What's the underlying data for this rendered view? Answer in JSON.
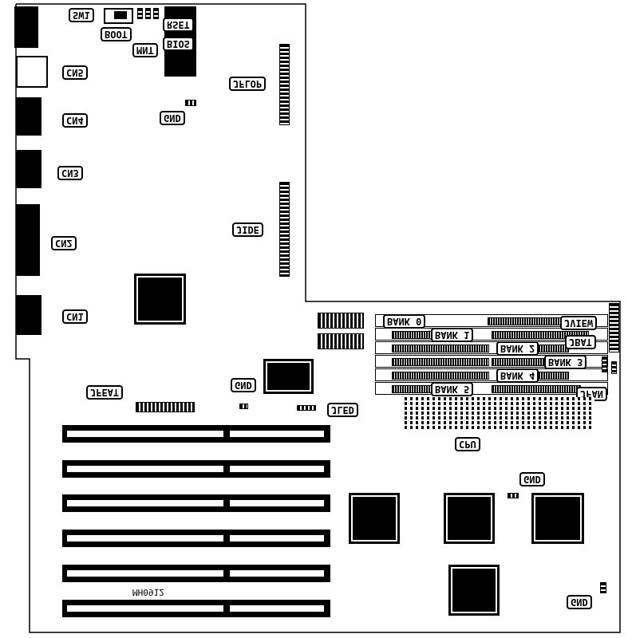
{
  "board_id": "MH0912",
  "connectors": {
    "cn1": "CN1",
    "cn2": "CN2",
    "cn3": "CN3",
    "cn4": "CN4",
    "cn5": "CN5"
  },
  "jumpers": {
    "sw1": "SW1",
    "boot": "BOOT",
    "mnt": "MNT",
    "rset": "RSET",
    "bios": "BIOS",
    "jflop": "JFLOP",
    "jide": "JIDE",
    "jfeat": "JFEAT",
    "jled": "JLED",
    "jview": "JVIEW",
    "jbat": "JBAT",
    "jfan": "JFAN",
    "cpu": "CPU"
  },
  "gnd": "GND",
  "banks": [
    "BANK 0",
    "BANK 1",
    "BANK 2",
    "BANK 3",
    "BANK 4",
    "BANK 5"
  ]
}
